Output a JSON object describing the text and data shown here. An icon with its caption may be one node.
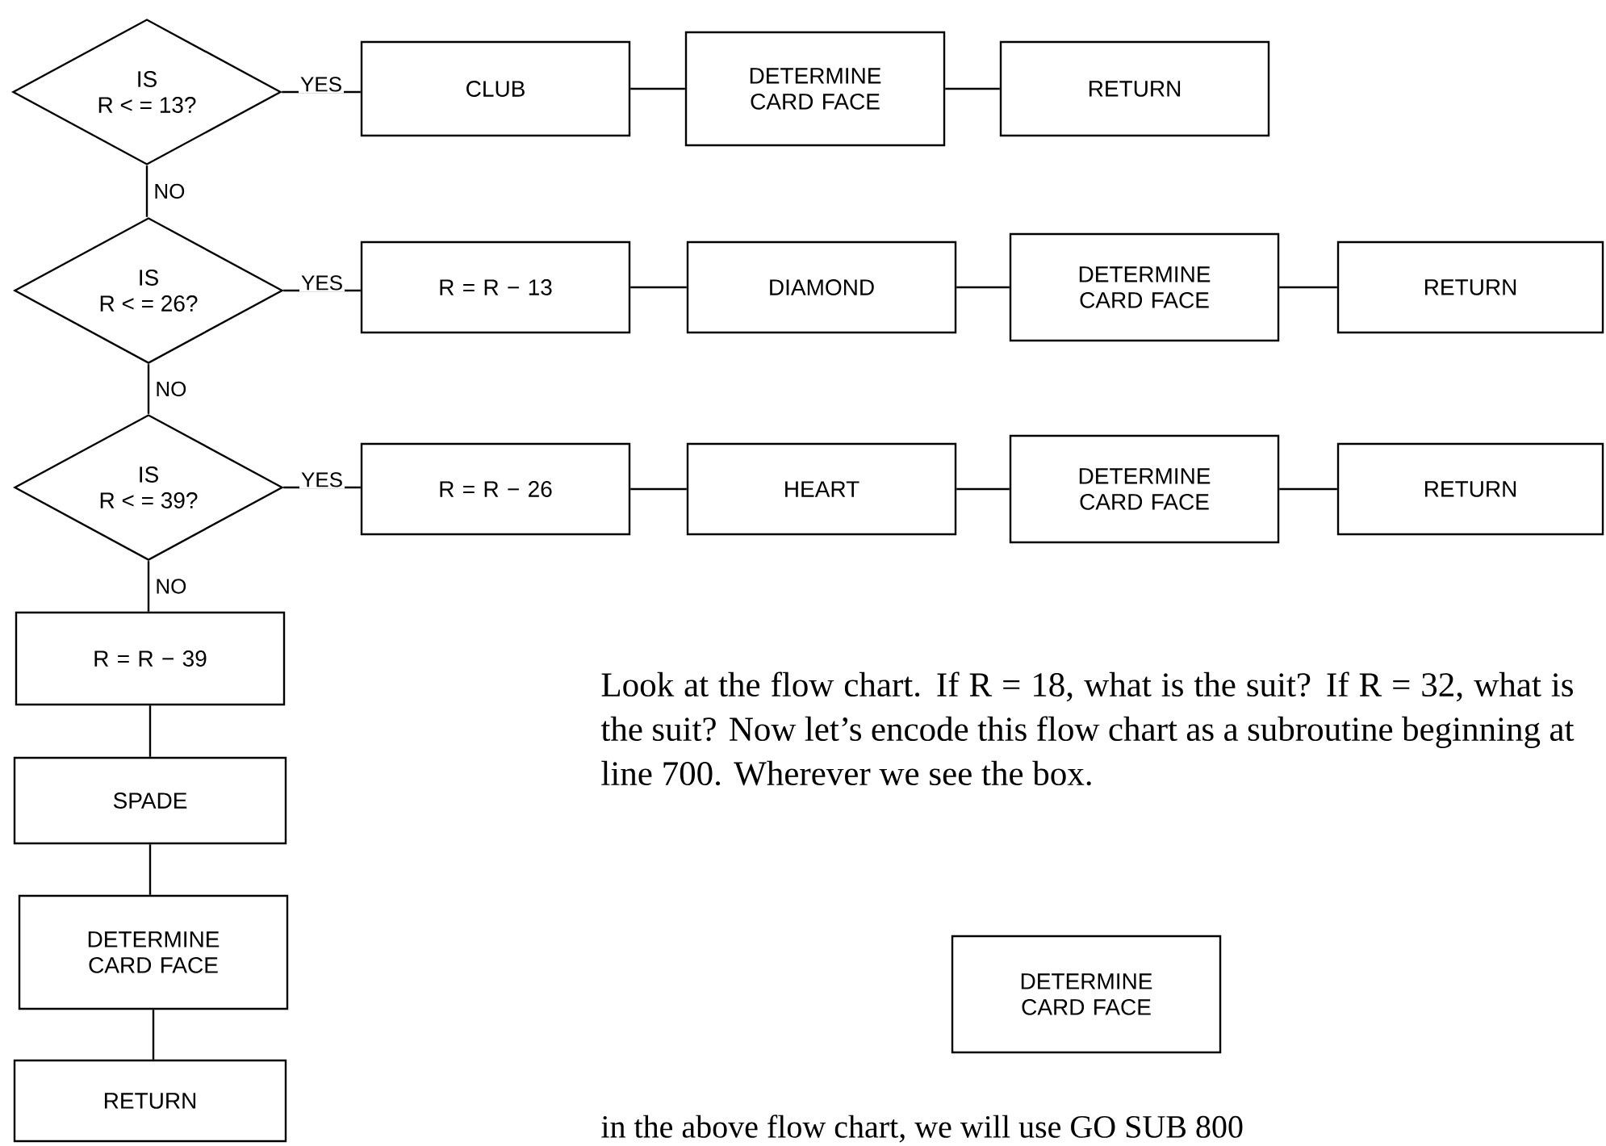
{
  "diagram": {
    "nodes": [
      {
        "text": [
          "IS",
          "R < = 13?"
        ]
      },
      {
        "text": [
          "CLUB"
        ]
      },
      {
        "text": [
          "DETERMINE CARD FACE"
        ]
      },
      {
        "text": [
          "RETURN"
        ]
      },
      {
        "text": [
          "IS",
          "R < = 26?"
        ]
      },
      {
        "text": [
          "R = R − 13"
        ]
      },
      {
        "text": [
          "DIAMOND"
        ]
      },
      {
        "text": [
          "DETERMINE CARD FACE"
        ]
      },
      {
        "text": [
          "RETURN"
        ]
      },
      {
        "text": [
          "IS",
          "R < = 39?"
        ]
      },
      {
        "text": [
          "R = R − 26"
        ]
      },
      {
        "text": [
          "HEART"
        ]
      },
      {
        "text": [
          "DETERMINE CARD FACE"
        ]
      },
      {
        "text": [
          "RETURN"
        ]
      },
      {
        "text": [
          "R = R − 39"
        ]
      },
      {
        "text": [
          "SPADE"
        ]
      },
      {
        "text": [
          "DETERMINE CARD FACE"
        ]
      },
      {
        "text": [
          "RETURN"
        ]
      },
      {
        "text": [
          "DETERMINE CARD FACE"
        ]
      }
    ],
    "edges": [
      {
        "from": 0,
        "to": 1,
        "arrow": "none",
        "label": "YES"
      },
      {
        "from": 1,
        "to": 2,
        "arrow": "none"
      },
      {
        "from": 2,
        "to": 3,
        "arrow": "none"
      },
      {
        "from": 0,
        "to": 4,
        "arrow": "none",
        "label": "NO"
      },
      {
        "from": 4,
        "to": 5,
        "arrow": "none",
        "label": "YES"
      },
      {
        "from": 5,
        "to": 6,
        "arrow": "none"
      },
      {
        "from": 6,
        "to": 7,
        "arrow": "none"
      },
      {
        "from": 7,
        "to": 8,
        "arrow": "none"
      },
      {
        "from": 4,
        "to": 9,
        "arrow": "none",
        "label": "NO"
      },
      {
        "from": 9,
        "to": 10,
        "arrow": "none",
        "label": "YES"
      },
      {
        "from": 10,
        "to": 11,
        "arrow": "none"
      },
      {
        "from": 11,
        "to": 12,
        "arrow": "none"
      },
      {
        "from": 12,
        "to": 13,
        "arrow": "none"
      },
      {
        "from": 9,
        "to": 14,
        "arrow": "none",
        "label": "NO"
      },
      {
        "from": 14,
        "to": 15,
        "arrow": "none"
      },
      {
        "from": 15,
        "to": 16,
        "arrow": "none"
      },
      {
        "from": 16,
        "to": 17,
        "arrow": "none"
      }
    ],
    "labels": [
      "Look at the flow chart. If R = 18, what is the suit? If R = 32, what is the suit? Now let’s encode this flow chart as a subroutine beginning at line 700. Wherever we see the box.",
      "in the above flow chart, we will use GO SUB 800"
    ]
  }
}
